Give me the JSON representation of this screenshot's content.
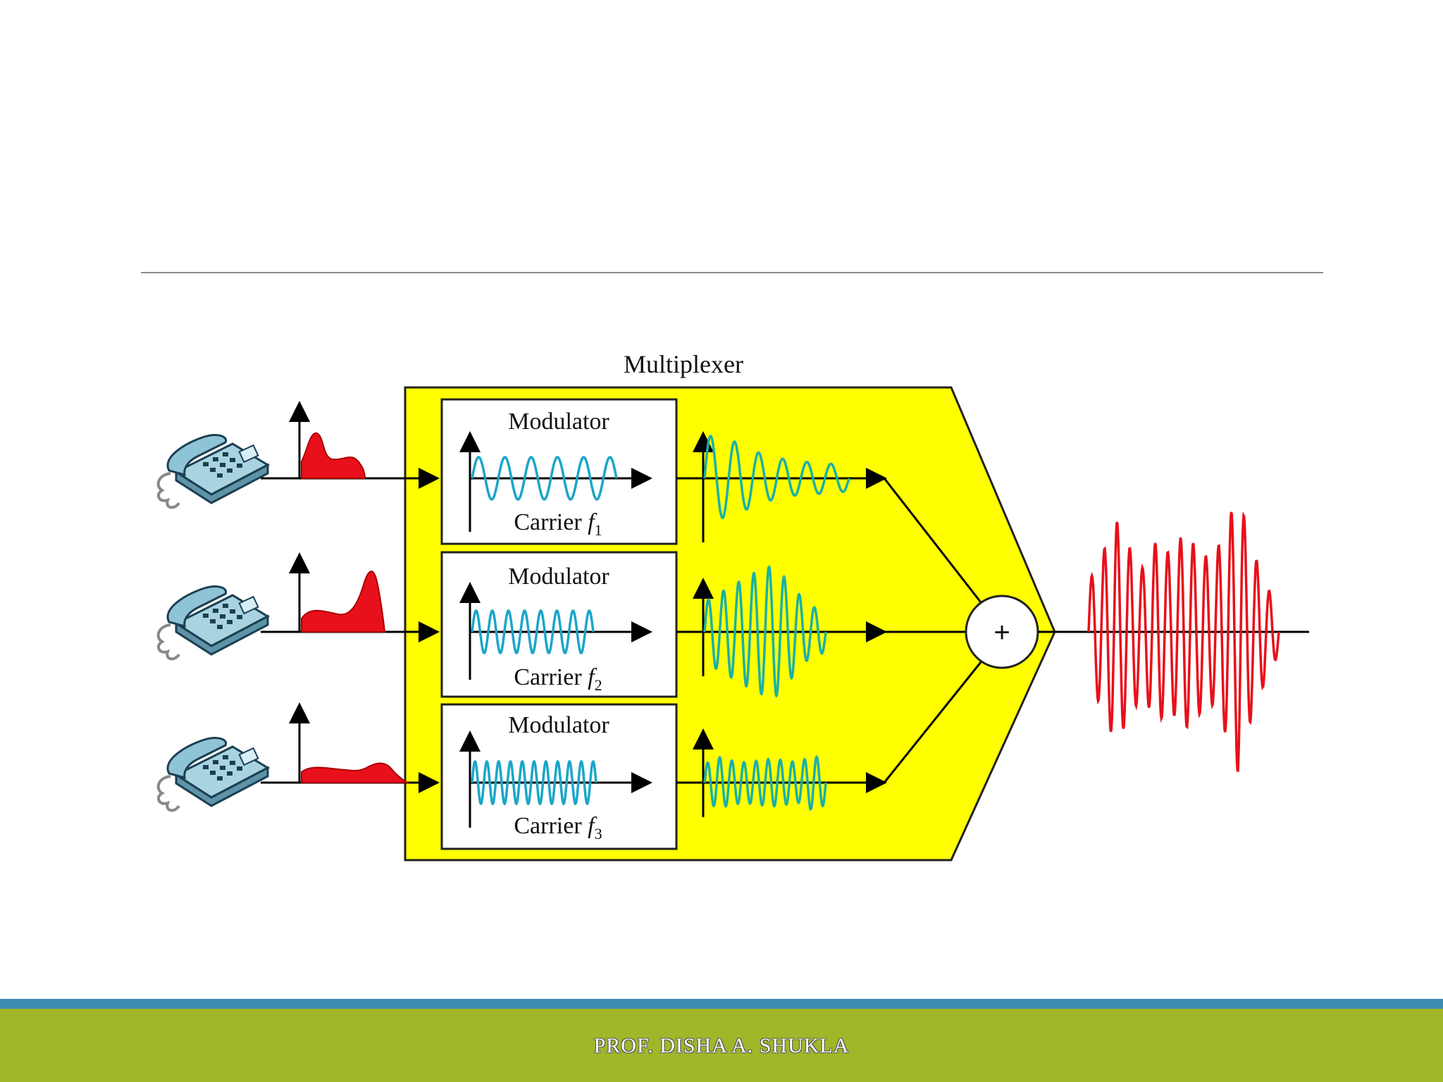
{
  "diagram": {
    "multiplexer_label": "Multiplexer",
    "modulators": [
      {
        "label": "Modulator",
        "carrier_text": "Carrier ",
        "carrier_symbol": "f",
        "carrier_sub": "1"
      },
      {
        "label": "Modulator",
        "carrier_text": "Carrier ",
        "carrier_symbol": "f",
        "carrier_sub": "2"
      },
      {
        "label": "Modulator",
        "carrier_text": "Carrier ",
        "carrier_symbol": "f",
        "carrier_sub": "3"
      }
    ],
    "summer_symbol": "+",
    "colors": {
      "mux_fill": "#ffff00",
      "spectrum_fill": "#e8101a",
      "carrier_wave": "#1aa6c8",
      "modulated_wave": "#1ab0a8",
      "output_wave": "#e8101a"
    },
    "icons": [
      "telephone-icon",
      "telephone-icon",
      "telephone-icon"
    ]
  },
  "footer": {
    "author": "PROF. DISHA A. SHUKLA"
  }
}
